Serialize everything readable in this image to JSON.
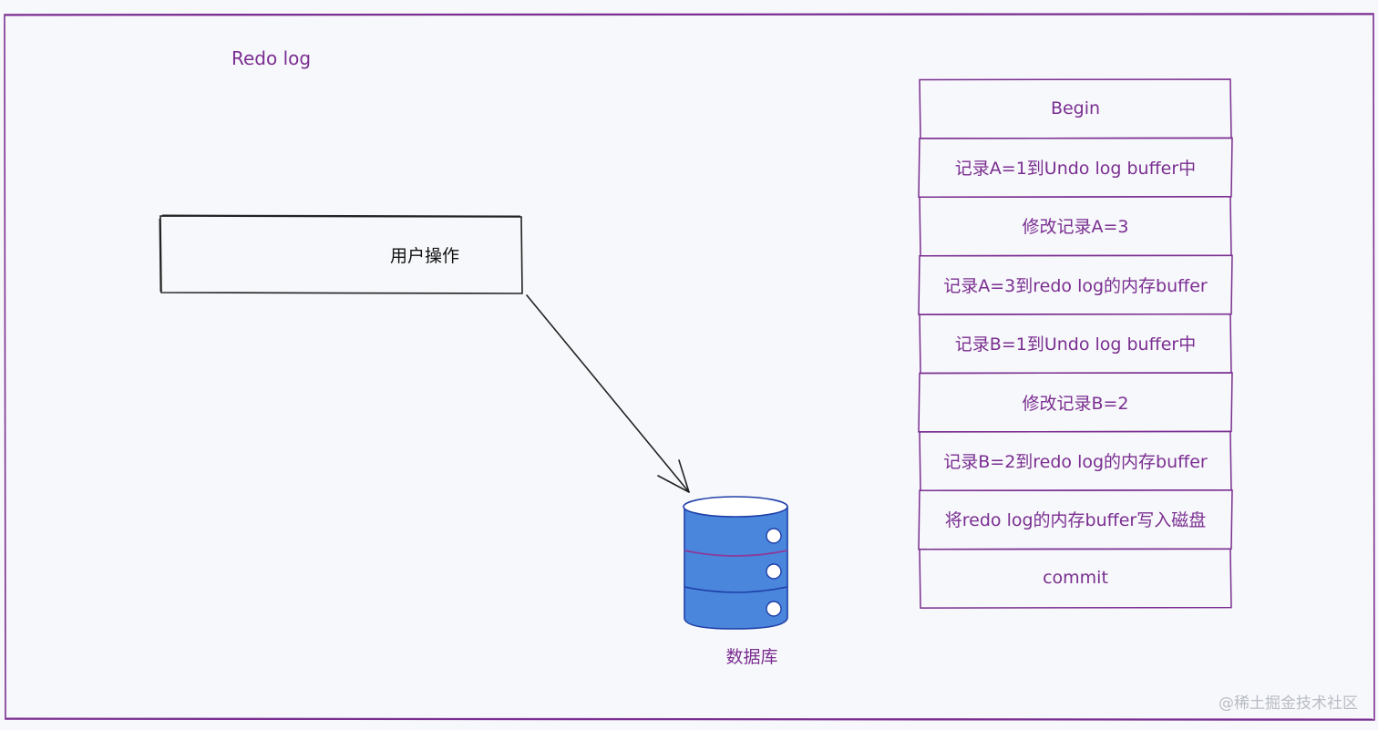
{
  "diagram": {
    "title": "Redo log",
    "user_operation": "用户操作",
    "database_label": "数据库",
    "steps": [
      "Begin",
      "记录A=1到Undo log buffer中",
      "修改记录A=3",
      "记录A=3到redo log的内存buffer",
      "记录B=1到Undo log buffer中",
      "修改记录B=2",
      "记录B=2到redo log的内存buffer",
      "将redo log的内存buffer写入磁盘",
      "commit"
    ]
  },
  "watermark": "@稀土掘金技术社区",
  "colors": {
    "ink": "#7a2e91",
    "database_fill": "#4a86dc",
    "database_stroke": "#1f3fa8",
    "database_band": "#8c3a9a",
    "arrow": "#222222",
    "background": "#f7f8fb"
  }
}
